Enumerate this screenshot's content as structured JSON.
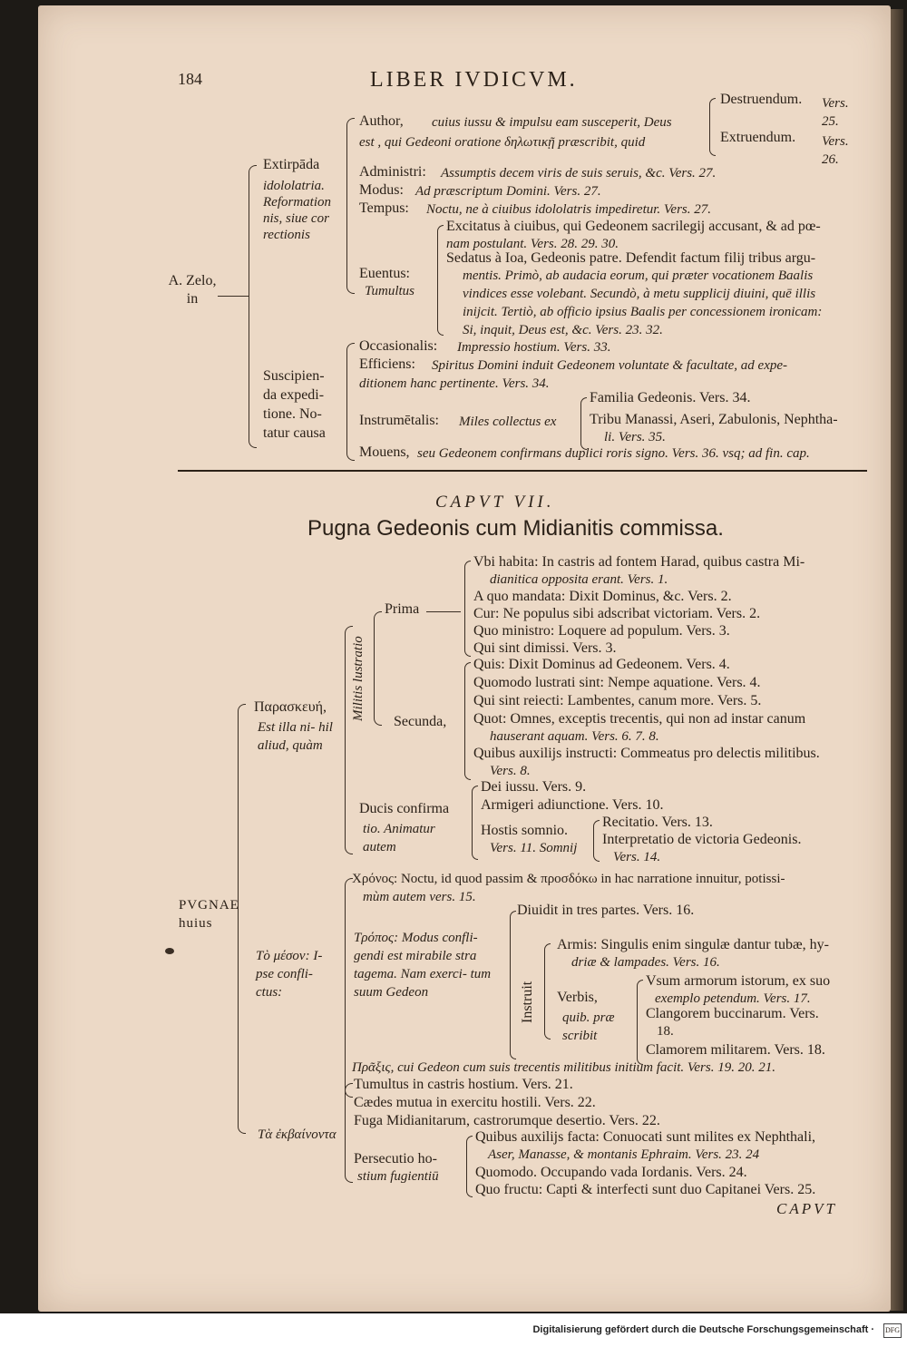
{
  "header": {
    "page_number": "184",
    "running_title": "LIBER IVDICVM."
  },
  "zelo": {
    "root": "A. Zelo, in",
    "extirpada": {
      "label": "Extirpāda",
      "sub": "idololatria. Reformation nis, siue cor rectionis"
    },
    "author": {
      "t1": "Author,",
      "t2": "cuius iussu & impulsu eam susceperit, Deus",
      "t3": "est , qui Gedeoni oratione δηλωτικῇ præscribit, quid"
    },
    "destruendum": {
      "label": "Destruendum.",
      "vers": "Vers. 25."
    },
    "extruendum": {
      "label": "Extruendum.",
      "vers": "Vers. 26."
    },
    "administri": {
      "label": "Administri:",
      "text": "Assumptis decem viris de suis seruis, &c. Vers. 27."
    },
    "modus": {
      "label": "Modus:",
      "text": "Ad præscriptum Domini. Vers. 27."
    },
    "tempus": {
      "label": "Tempus:",
      "text": "Noctu, ne à ciuibus idololatris impediretur. Vers. 27."
    },
    "euentus": {
      "label": "Euentus:",
      "sub": "Tumultus"
    },
    "excitatus": {
      "l1": "Excitatus à ciuibus, qui Gedeonem sacrilegij accusant, & ad pœ-",
      "l2": "nam postulant. Vers. 28. 29. 30."
    },
    "sedatus": {
      "l1": "Sedatus à Ioa, Gedeonis patre. Defendit factum filij tribus argu-",
      "l2": "mentis. Primò, ab audacia eorum, qui præter vocationem Baalis",
      "l3": "vindices esse volebant. Secundò, à metu supplicij diuini, quē illis",
      "l4": "inijcit. Tertiò, ab officio ipsius Baalis per concessionem ironicam:",
      "l5": "Si, inquit, Deus est, &c. Vers. 23. 32."
    },
    "suscipienda": {
      "label": "Suscipien- da expedi- tione. No- tatur causa"
    },
    "occasionalis": {
      "label": "Occasionalis:",
      "text": "Impressio hostium. Vers. 33."
    },
    "efficiens": {
      "label": "Efficiens:",
      "l1": "Spiritus Domini induit Gedeonem voluntate & facultate, ad expe-",
      "l2": "ditionem hanc pertinente. Vers. 34."
    },
    "instrumentalis": {
      "label": "Instrumētalis:",
      "text": "Miles collectus ex"
    },
    "familia": "Familia Gedeonis. Vers. 34.",
    "tribu": {
      "l1": "Tribu Manassi, Aseri, Zabulonis, Nephtha-",
      "l2": "li. Vers. 35."
    },
    "mouens": {
      "label": "Mouens,",
      "text": "seu Gedeonem confirmans duplici roris signo. Vers. 36. vsq; ad fin. cap."
    }
  },
  "chapter": {
    "heading": "CAPVT VII.",
    "title": "Pugna Gedeonis cum Midianitis commissa."
  },
  "pugna": {
    "root": "PVGNAE huius",
    "paraskeue": {
      "greek": "Παρασκευή,",
      "sub": "Est illa ni- hil aliud, quàm"
    },
    "militis": "Militis lustratio",
    "prima": "Prima",
    "vbi": {
      "l1": "Vbi habita: In castris ad fontem Harad, quibus castra Mi-",
      "l2": "dianitica opposita erant. Vers. 1."
    },
    "aquo": "A quo mandata: Dixit Dominus, &c. Vers. 2.",
    "cur": "Cur: Ne populus sibi adscribat victoriam. Vers. 2.",
    "quo_ministro": "Quo ministro: Loquere ad populum. Vers. 3.",
    "qui_dimissi": "Qui sint dimissi. Vers. 3.",
    "secunda": "Secunda,",
    "quis": "Quis: Dixit Dominus ad Gedeonem. Vers. 4.",
    "quomodo_lustrati": "Quomodo lustrati sint: Nempe aquatione. Vers. 4.",
    "qui_reiecti": "Qui sint reiecti: Lambentes, canum more. Vers. 5.",
    "quot": {
      "l1": "Quot: Omnes, exceptis trecentis, qui non ad instar canum",
      "l2": "hauserant aquam. Vers. 6. 7. 8."
    },
    "quibus_auxiliis": {
      "l1": "Quibus auxilijs instructi: Commeatus pro delectis militibus.",
      "l2": "Vers. 8."
    },
    "ducis": {
      "label": "Ducis confirma",
      "sub": "tio. Animatur autem"
    },
    "dei": "Dei iussu. Vers. 9.",
    "armigeri": "Armigeri adiunctione. Vers. 10.",
    "hostis": {
      "l1": "Hostis somnio.",
      "l2": "Vers. 11. Somnij"
    },
    "recitatio": "Recitatio. Vers. 13.",
    "interpretatio": {
      "l1": "Interpretatio de victoria Gedeonis.",
      "l2": "Vers. 14."
    },
    "chronos": {
      "l1": "Χρόνος: Noctu, id quod passim & προσδόκω in hac narratione innuitur, potissi-",
      "l2": "mùm autem vers. 15."
    },
    "to_meson": {
      "label": "Τὸ μέσον: I- pse confli- ctus:"
    },
    "tropos": {
      "label": "Τρόπος: Modus confli- gendi est mirabile stra tagema. Nam exerci- tum suum Gedeon"
    },
    "diuidit": "Diuidit in tres partes. Vers. 16.",
    "instruit": "Instruit",
    "armis": {
      "l1": "Armis: Singulis enim singulæ dantur tubæ, hy-",
      "l2": "driæ & lampades. Vers. 16."
    },
    "verbis": {
      "label": "Verbis,",
      "sub": "quib. præ scribit"
    },
    "vsum": {
      "l1": "Vsum armorum istorum, ex suo",
      "l2": "exemplo petendum. Vers. 17."
    },
    "clangorem": {
      "l1": "Clangorem buccinarum. Vers.",
      "l2": "18."
    },
    "clamorem": "Clamorem militarem. Vers. 18.",
    "praxis": "Πρᾶξις, cui Gedeon cum suis trecentis militibus initium facit. Vers. 19. 20. 21.",
    "ta_ekbainonta": "Τὰ ἐκβαίνοντα",
    "tumultus": "Tumultus in castris hostium. Vers. 21.",
    "caedes": "Cædes mutua in exercitu hostili. Vers. 22.",
    "fuga": "Fuga Midianitarum, castrorumque desertio. Vers. 22.",
    "persecutio": {
      "label": "Persecutio ho-",
      "sub": "stium fugientiū"
    },
    "quibus_facta": {
      "l1": "Quibus auxilijs facta: Conuocati sunt milites ex Nephthali,",
      "l2": "Aser, Manasse, & montanis Ephraim. Vers. 23. 24"
    },
    "quomodo": "Quomodo. Occupando vada Iordanis. Vers. 24.",
    "quo_fructu": "Quo fructu: Capti & interfecti sunt duo Capitanei Vers. 25."
  },
  "catchword": "CAPVT",
  "footer": {
    "text": "Digitalisierung gefördert durch die Deutsche Forschungsgemeinschaft ·",
    "logo": "DFG"
  }
}
